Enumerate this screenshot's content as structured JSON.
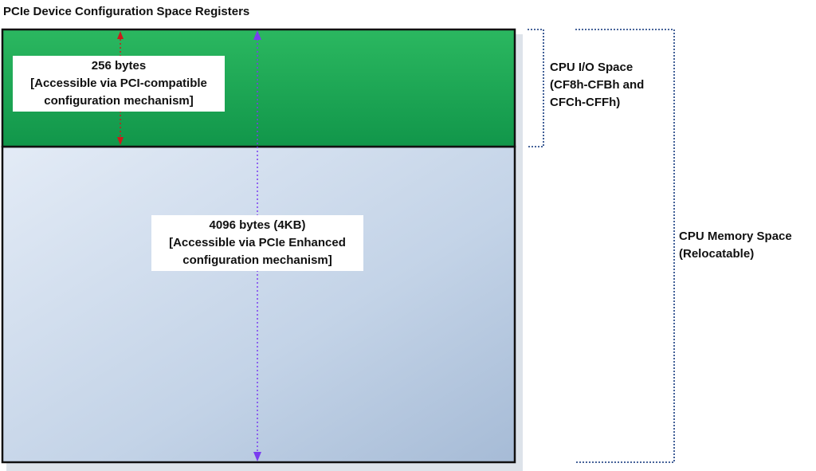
{
  "title": "PCIe Device Configuration Space Registers",
  "top_region": {
    "lines": [
      "256 bytes",
      "[Accessible via PCI-compatible",
      "configuration mechanism]"
    ],
    "fill_color": "#1aa550"
  },
  "bottom_region": {
    "lines": [
      "4096 bytes (4KB)",
      "[Accessible via PCIe Enhanced",
      "configuration mechanism]"
    ],
    "fill_color": "#c4d4e8"
  },
  "io_space": {
    "lines": [
      "CPU I/O Space",
      "(CF8h-CFBh and",
      "CFCh-CFFh)"
    ]
  },
  "memory_space": {
    "lines": [
      "CPU Memory Space",
      "(Relocatable)"
    ]
  },
  "colors": {
    "red_arrow": "#cc1a1a",
    "purple_arrow": "#7a3cf0",
    "bracket": "#2e4f8c",
    "border": "#111111"
  }
}
